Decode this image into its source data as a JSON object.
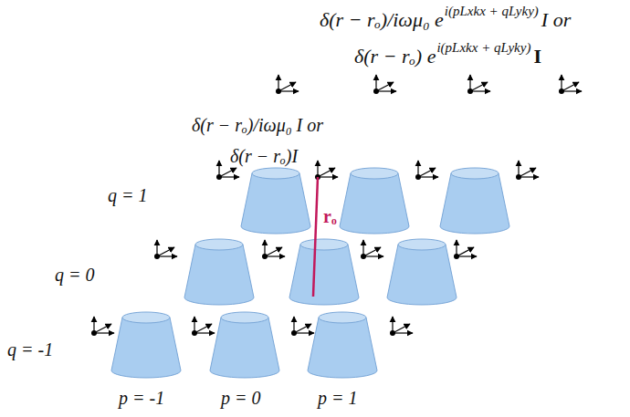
{
  "diagram": {
    "labels": [
      "δ(r − rₒ)/iωμ₀ e",
      "i(pLxkx + qLyky)",
      "I or",
      "δ(r − rₒ) e",
      "i(pLxkx + qLyky)",
      "I",
      "δ(r − rₒ)/iωμ₀ I or",
      "δ(r − rₒ)I",
      "q = 1",
      "q = 0",
      "q = -1",
      "p = -1",
      "p = 0",
      "p = 1",
      "rₒ"
    ]
  }
}
